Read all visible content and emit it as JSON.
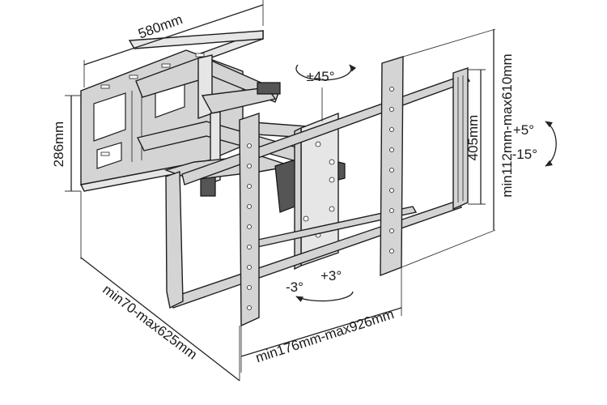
{
  "diagram": {
    "labels": {
      "wall_plate_width": "580mm",
      "wall_plate_height": "286mm",
      "swivel": "±45°",
      "tilt_up": "+5°",
      "tilt_down": "-15°",
      "vertical_rails_height": "405mm",
      "vesa_vertical_range": "min112mm-max610mm",
      "level_minus": "-3°",
      "level_plus": "+3°",
      "vesa_horizontal_range": "min176mm-max926mm",
      "extension_range": "min70-max625mm"
    }
  }
}
